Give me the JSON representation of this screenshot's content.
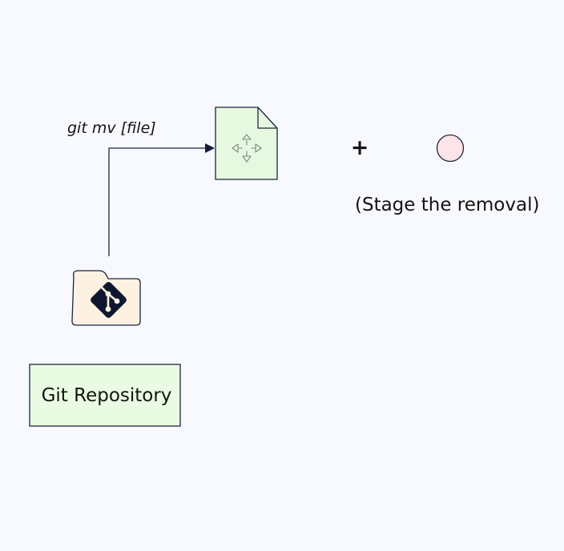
{
  "diagram": {
    "edge_label": "git mv [file]",
    "plus_symbol": "+",
    "stage_note": "(Stage the removal)",
    "repo_label": "Git Repository"
  },
  "colors": {
    "background": "#f7f9fe",
    "file_fill": "#e6f8e0",
    "file_stroke": "#1e2340",
    "move_arrows": "#7a8a7a",
    "repo_folder_fill": "#fdf1e2",
    "git_logo": "#0f1730",
    "marker_fill": "#fde4e6",
    "label_box_fill": "#e9fbe2",
    "line": "#1e2340"
  },
  "icons": {
    "file": "file-move-icon",
    "repo": "git-folder-icon",
    "marker": "circle-marker-icon"
  }
}
